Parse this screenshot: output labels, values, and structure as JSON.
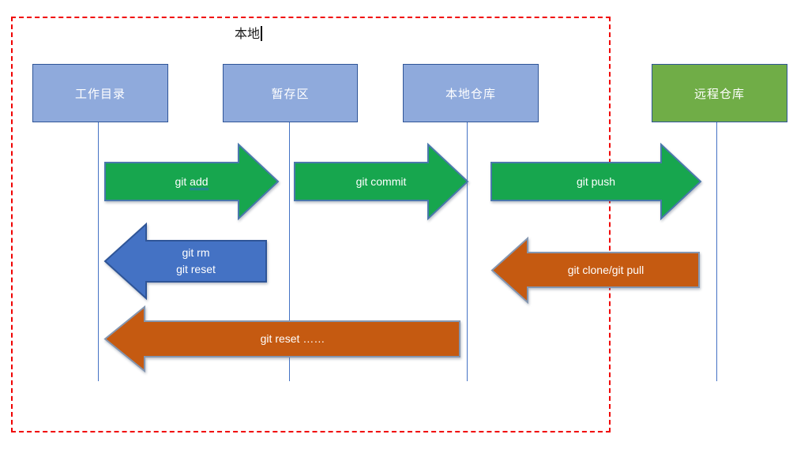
{
  "frame": {
    "title": "本地"
  },
  "nodes": [
    {
      "id": "working-directory",
      "label": "工作目录"
    },
    {
      "id": "staging-area",
      "label": "暂存区"
    },
    {
      "id": "local-repo",
      "label": "本地仓库"
    },
    {
      "id": "remote-repo",
      "label": "远程仓库"
    }
  ],
  "arrows": {
    "add": {
      "prefix": "git",
      "underlined": "add"
    },
    "commit": {
      "label": "git commit"
    },
    "push": {
      "label": "git push"
    },
    "rm_reset": {
      "line1": "git rm",
      "line2": "git reset"
    },
    "clone_pull": {
      "label": "git clone/git pull"
    },
    "reset_long": {
      "label": "git reset ……"
    }
  },
  "colors": {
    "box-blue": "#8FAADC",
    "box-green": "#70AD47",
    "box-border": "#2F5597",
    "arrow-green": "#17A64E",
    "arrow-green-border": "#4A78AC",
    "arrow-blue": "#4472C4",
    "arrow-blue-border": "#2F5597",
    "arrow-orange": "#C55A11",
    "arrow-orange-border": "#8496B0",
    "line": "#4472C4",
    "frame": "#F00000"
  }
}
